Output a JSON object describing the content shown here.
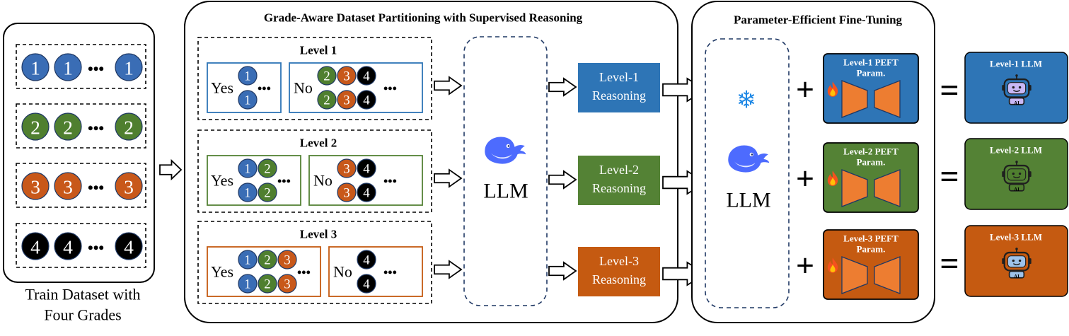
{
  "colors": {
    "grade1": "#3a6db5",
    "grade2": "#4f7f2f",
    "grade3": "#c8581a",
    "grade4": "#000000",
    "reasoning1": "#2e75b6",
    "reasoning2": "#548235",
    "reasoning3": "#c55a11",
    "peft_fill": "#ed7d31"
  },
  "train": {
    "grades": [
      "1",
      "2",
      "3",
      "4"
    ],
    "ellipsis": "•••",
    "caption_line1": "Train Dataset with",
    "caption_line2": "Four Grades"
  },
  "partition": {
    "title": "Grade-Aware Dataset Partitioning with Supervised Reasoning",
    "yes": "Yes",
    "no": "No",
    "ellipsis": "•••",
    "levels": [
      {
        "title": "Level 1",
        "yes_grades": [
          "1"
        ],
        "no_grades": [
          "2",
          "3",
          "4"
        ]
      },
      {
        "title": "Level 2",
        "yes_grades": [
          "1",
          "2"
        ],
        "no_grades": [
          "3",
          "4"
        ]
      },
      {
        "title": "Level 3",
        "yes_grades": [
          "1",
          "2",
          "3"
        ],
        "no_grades": [
          "4"
        ]
      }
    ],
    "llm_label": "LLM",
    "reasoning": [
      {
        "line1": "Level-1",
        "line2": "Reasoning"
      },
      {
        "line1": "Level-2",
        "line2": "Reasoning"
      },
      {
        "line1": "Level-3",
        "line2": "Reasoning"
      }
    ]
  },
  "peft": {
    "title": "Parameter-Efficient Fine-Tuning",
    "llm_label": "LLM",
    "plus": "+",
    "equals": "=",
    "params": [
      {
        "line1": "Level-1 PEFT",
        "line2": "Param."
      },
      {
        "line1": "Level-2 PEFT",
        "line2": "Param."
      },
      {
        "line1": "Level-3 PEFT",
        "line2": "Param."
      }
    ],
    "outputs": [
      "Level-1 LLM",
      "Level-2 LLM",
      "Level-3 LLM"
    ]
  },
  "icons": {
    "whale": "deepseek-whale-icon",
    "snowflake": "snowflake-icon",
    "fire": "fire-icon",
    "robot": "robot-icon",
    "frozen_glyph": "❄",
    "fire_glyph": "🔥",
    "robot_badge": "AI"
  }
}
